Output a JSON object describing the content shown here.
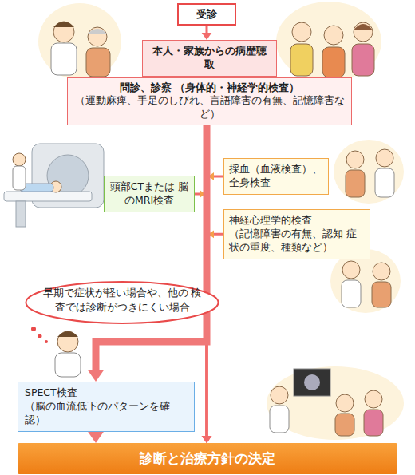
{
  "diagram": {
    "nodes": [
      {
        "text": [
          "受診"
        ]
      },
      {
        "text": [
          "本人・家族からの病歴聴取"
        ]
      },
      {
        "text": [
          "問診、診察 （身体的・神経学的検査）",
          "（運動麻痺、手足のしびれ、言語障害の有無、記憶障害など）"
        ]
      },
      {
        "text": [
          "採血（血液検査）、 全身検査"
        ]
      },
      {
        "text": [
          "頭部CTまたは 脳のMRI検査"
        ]
      },
      {
        "text": [
          "神経心理学的検査",
          "（記憶障害の有無、認知 症状の重度、種類など）"
        ]
      },
      {
        "text": [
          "早期で症状が軽い場合や、他の 検査では診断がつきにくい場合"
        ]
      },
      {
        "text": [
          "SPECT検査",
          "（脳の血流低下のパターンを確認）"
        ]
      },
      {
        "text": [
          "診断と治療方針の決定"
        ]
      }
    ],
    "edges": [
      {
        "from": 0,
        "to": 1,
        "arrow": "to"
      },
      {
        "from": 1,
        "to": 2,
        "arrow": "to"
      },
      {
        "from": 2,
        "to": 8,
        "arrow": "to"
      },
      {
        "from": 3,
        "to": 8,
        "arrow": "to"
      },
      {
        "from": 4,
        "to": 8,
        "arrow": "to"
      },
      {
        "from": 5,
        "to": 8,
        "arrow": "to"
      },
      {
        "from": 2,
        "to": 7,
        "arrow": "to"
      },
      {
        "from": 7,
        "to": 8,
        "arrow": "to"
      }
    ]
  }
}
